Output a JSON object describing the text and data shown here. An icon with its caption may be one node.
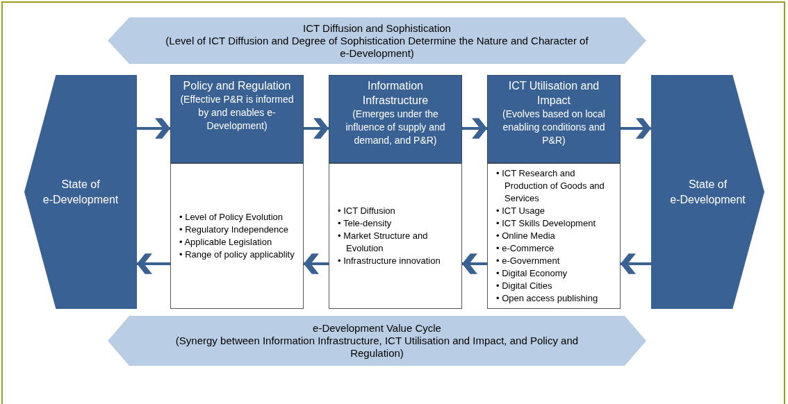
{
  "diagram": {
    "nodes": [
      {
        "text": [
          "ICT Diffusion and Sophistication",
          "(Level of ICT Diffusion and Degree of Sophistication Determine the Nature and Character of e-Development)"
        ]
      },
      {
        "text": [
          "State of e-Development"
        ]
      },
      {
        "text": [
          "Policy and Regulation",
          "(Effective P&R is informed by and enables e-Development)"
        ]
      },
      {
        "text": [
          "• Level of Policy Evolution",
          "• Regulatory Independence",
          "• Applicable Legislation",
          "• Range of policy applicablity"
        ]
      },
      {
        "text": [
          "Information Infrastructure",
          "(Emerges under the influence of supply and demand, and P&R)"
        ]
      },
      {
        "text": [
          "• ICT Diffusion",
          "• Tele-density",
          "• Market Structure and Evolution",
          "• Infrastructure innovation"
        ]
      },
      {
        "text": [
          "ICT Utilisation and Impact",
          "(Evolves based on local enabling conditions and P&R)"
        ]
      },
      {
        "text": [
          "• ICT Research and Production of Goods and Services",
          "• ICT Usage",
          "• ICT Skills Development",
          "• Online Media",
          "• e-Commerce",
          "• e-Government",
          "• Digital Economy",
          "• Digital Cities",
          "• Open access publishing"
        ]
      },
      {
        "text": [
          "State of e-Development"
        ]
      },
      {
        "text": [
          "e-Development Value Cycle",
          "(Synergy between Information Infrastructure, ICT Utilisation and Impact, and Policy and Regulation)"
        ]
      }
    ],
    "edges": [
      {
        "from": 1,
        "to": 2,
        "arrow": "to"
      },
      {
        "from": 2,
        "to": 4,
        "arrow": "to"
      },
      {
        "from": 4,
        "to": 6,
        "arrow": "to"
      },
      {
        "from": 6,
        "to": 8,
        "arrow": "to"
      },
      {
        "from": 8,
        "to": 7,
        "arrow": "to"
      },
      {
        "from": 7,
        "to": 5,
        "arrow": "to"
      },
      {
        "from": 5,
        "to": 3,
        "arrow": "to"
      },
      {
        "from": 3,
        "to": 1,
        "arrow": "to"
      }
    ]
  }
}
